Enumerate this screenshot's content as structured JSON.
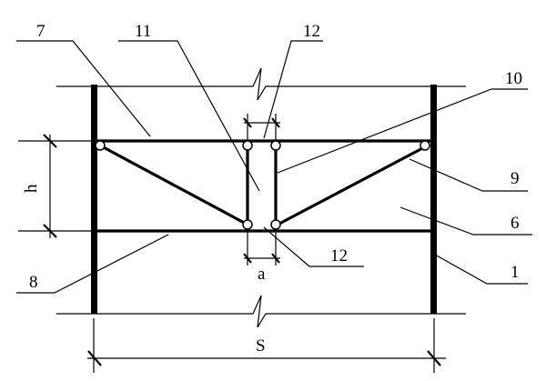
{
  "labels": {
    "l7": "7",
    "l11": "11",
    "l12_top": "12",
    "l10": "10",
    "l9": "9",
    "l6": "6",
    "l1": "1",
    "l8": "8",
    "l12_bottom": "12",
    "h": "h",
    "a": "a",
    "S": "S"
  }
}
